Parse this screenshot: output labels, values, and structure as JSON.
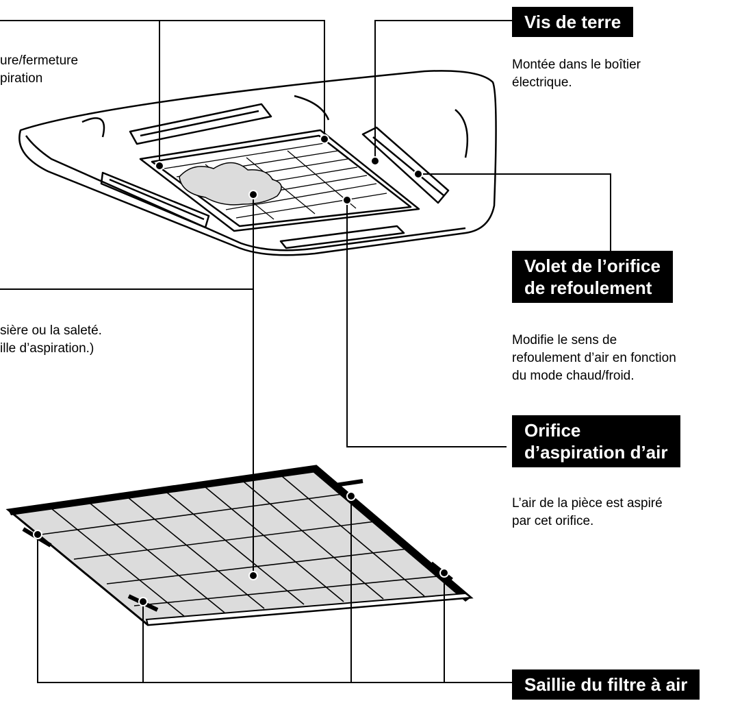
{
  "labels": {
    "vis_terre": {
      "title": "Vis de terre",
      "desc": "Montée dans le boîtier\nélectrique."
    },
    "volet": {
      "title_1": "Volet de l’orifice",
      "title_2": "de refoulement",
      "desc": "Modifie le sens de\nrefoulement d’air en fonction\ndu mode chaud/froid."
    },
    "orifice": {
      "title_1": "Orifice",
      "title_2": "d’aspiration d’air",
      "desc": "L’air de la pièce est aspiré\npar cet orifice."
    },
    "saillie": {
      "title": "Saillie du filtre à air"
    },
    "left_top": {
      "desc": "ure/fermeture\npiration"
    },
    "left_mid": {
      "desc": "sière ou la saleté.\nille d’aspiration.)"
    }
  },
  "colors": {
    "ink": "#000000",
    "filter_fill": "#dcdcdc",
    "tag_bg": "#000000",
    "tag_text": "#ffffff"
  }
}
